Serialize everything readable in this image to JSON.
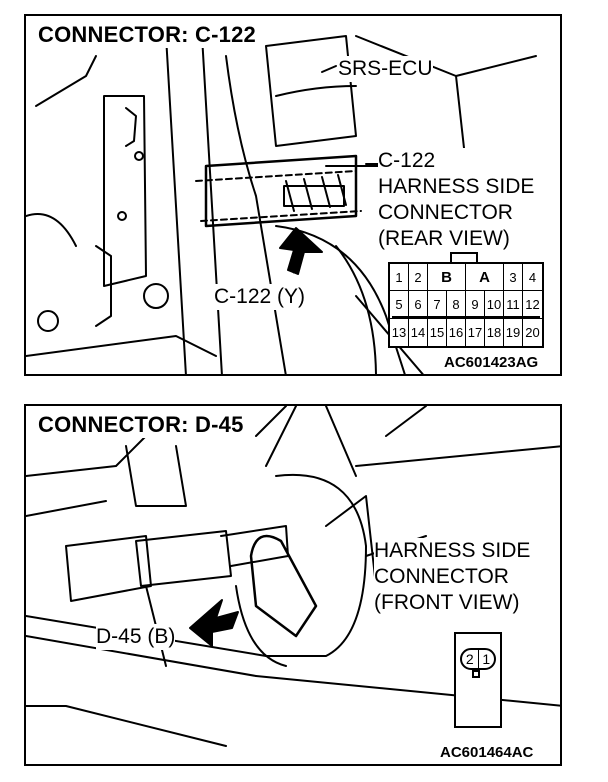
{
  "top_panel": {
    "title": "CONNECTOR: C-122",
    "label_srs_ecu": "SRS-ECU",
    "label_harness_line1": "C-122",
    "label_harness_line2": "HARNESS SIDE",
    "label_harness_line3": "CONNECTOR",
    "label_harness_line4": "(REAR VIEW)",
    "label_connector": "C-122 (Y)",
    "figure_id": "AC601423AG",
    "pins": {
      "row1": [
        "1",
        "2",
        "B",
        "A",
        "3",
        "4"
      ],
      "row2": [
        "5",
        "6",
        "7",
        "8",
        "9",
        "10",
        "11",
        "12"
      ],
      "row3": [
        "13",
        "14",
        "15",
        "16",
        "17",
        "18",
        "19",
        "20"
      ]
    }
  },
  "bottom_panel": {
    "title": "CONNECTOR: D-45",
    "label_harness_line1": "HARNESS SIDE",
    "label_harness_line2": "CONNECTOR",
    "label_harness_line3": "(FRONT VIEW)",
    "label_connector": "D-45 (B)",
    "figure_id": "AC601464AC",
    "pins": [
      "2",
      "1"
    ]
  }
}
